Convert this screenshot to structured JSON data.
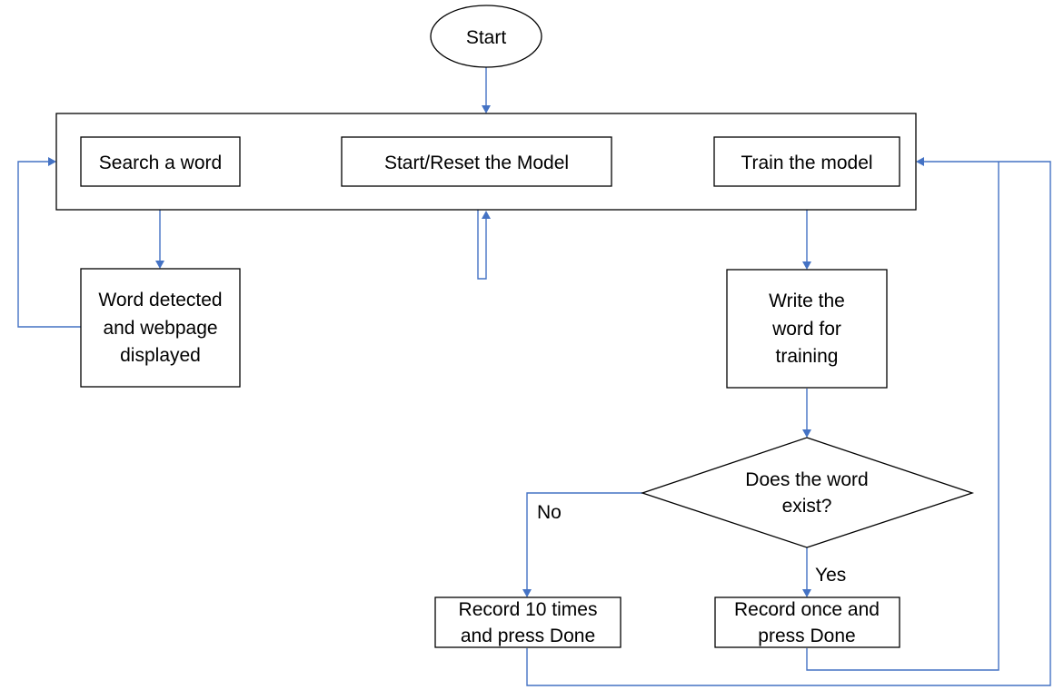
{
  "diagram": {
    "start": "Start",
    "search_word": "Search a word",
    "reset_model": "Start/Reset the Model",
    "train_model": "Train the model",
    "word_detected": [
      "Word detected",
      "and webpage",
      "displayed"
    ],
    "write_word": [
      "Write the",
      "word for",
      "training"
    ],
    "decision": [
      "Does the word",
      "exist?"
    ],
    "no_label": "No",
    "yes_label": "Yes",
    "record_ten": [
      "Record 10 times",
      "and press Done"
    ],
    "record_once": [
      "Record once and",
      "press Done"
    ]
  },
  "colors": {
    "connector": "#4472c4",
    "outline": "#000000"
  }
}
